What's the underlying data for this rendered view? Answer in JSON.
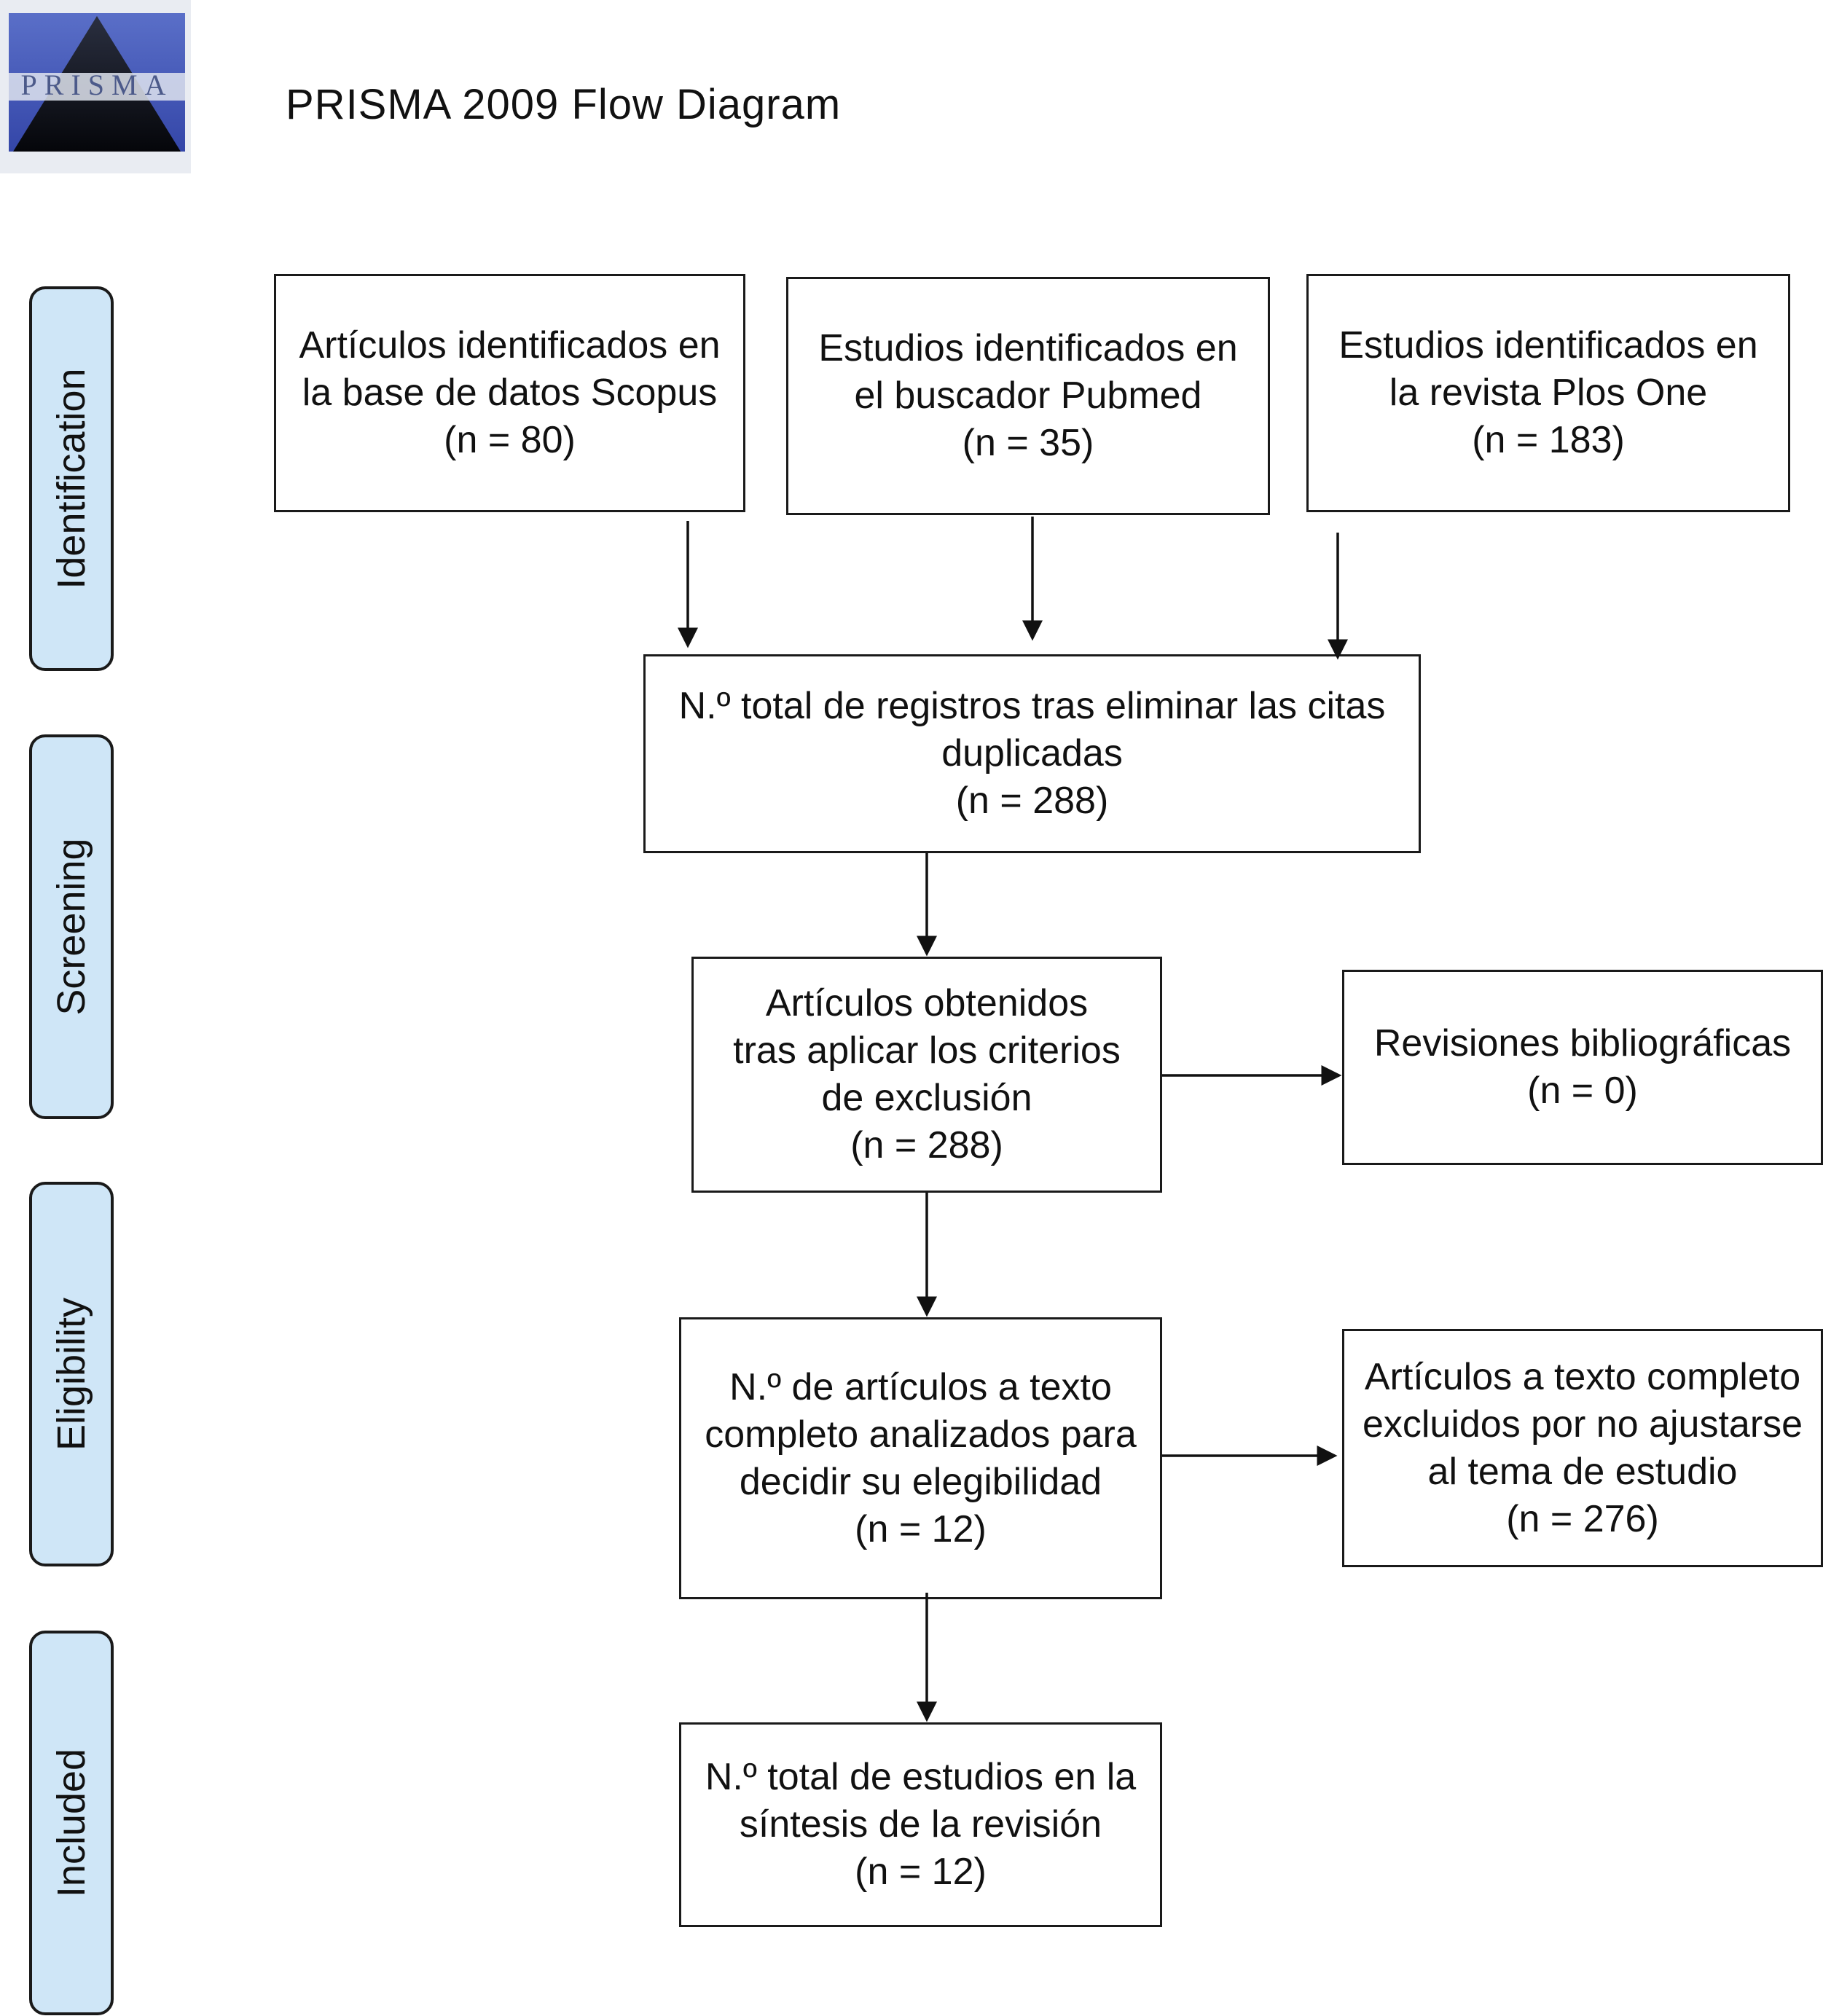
{
  "header": {
    "logo_text": "PRISMA",
    "title": "PRISMA 2009 Flow Diagram"
  },
  "stages": {
    "identification": "Identification",
    "screening": "Screening",
    "eligibility": "Eligibility",
    "included": "Included"
  },
  "boxes": {
    "scopus": {
      "line1": "Artículos identificados en",
      "line2": "la base de datos Scopus",
      "count": "(n = 80)"
    },
    "pubmed": {
      "line1": "Estudios identificados en",
      "line2": "el buscador Pubmed",
      "count": "(n = 35)"
    },
    "plosone": {
      "line1": "Estudios identificados en",
      "line2": "la revista Plos One",
      "count": "(n = 183)"
    },
    "duplicates": {
      "line1": "N.º total de registros tras eliminar las citas",
      "line2": "duplicadas",
      "count": "(n = 288)"
    },
    "exclusion": {
      "line1": "Artículos obtenidos",
      "line2": "tras aplicar los criterios",
      "line3": "de exclusión",
      "count": "(n = 288)"
    },
    "reviews": {
      "line1": "Revisiones bibliográficas",
      "count": "(n = 0)"
    },
    "fulltext": {
      "line1": "N.º de artículos a texto",
      "line2": "completo analizados para",
      "line3": "decidir su elegibilidad",
      "count": "(n = 12)"
    },
    "excluded": {
      "line1": "Artículos a texto completo",
      "line2": "excluidos por no ajustarse",
      "line3": "al tema de estudio",
      "count": "(n = 276)"
    },
    "included": {
      "line1": "N.º total de estudios en la",
      "line2": "síntesis de la revisión",
      "count": "(n = 12)"
    }
  }
}
